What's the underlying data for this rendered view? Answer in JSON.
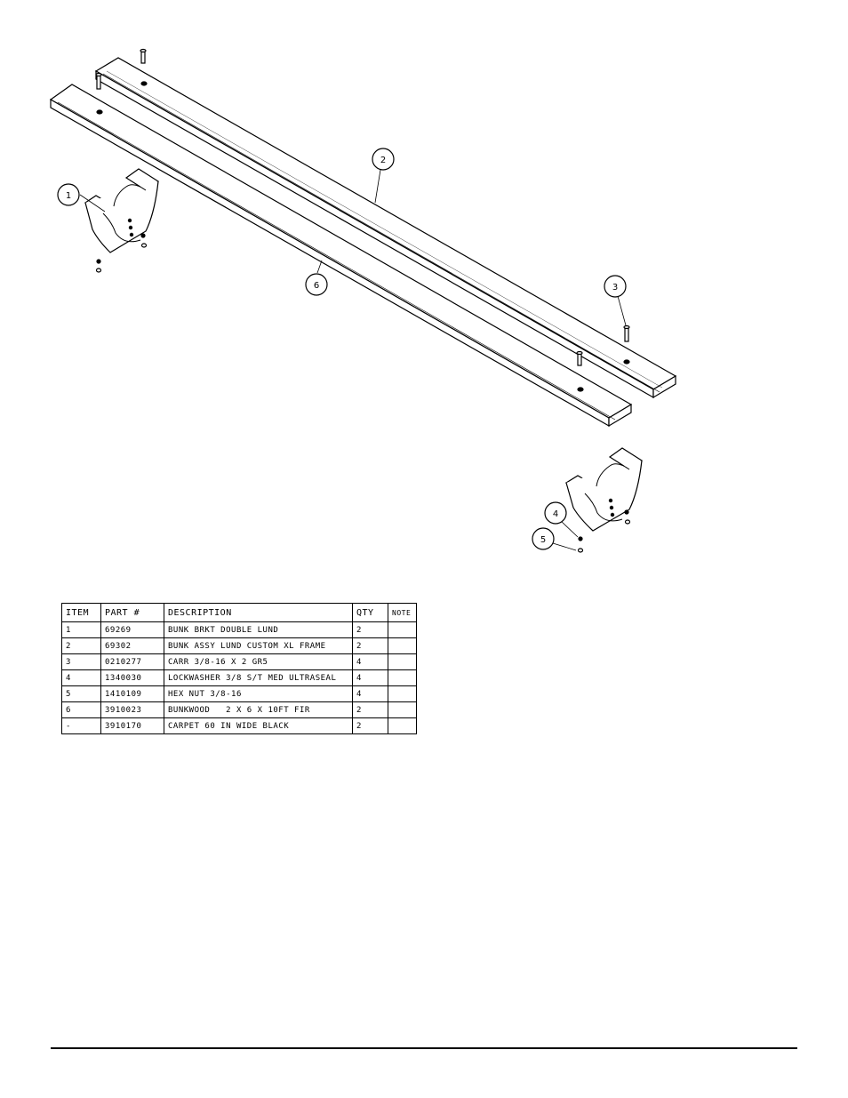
{
  "callouts": [
    "1",
    "2",
    "3",
    "4",
    "5",
    "6"
  ],
  "bom": {
    "headers": [
      "ITEM",
      "PART #",
      "DESCRIPTION",
      "QTY",
      "NOTE"
    ],
    "rows": [
      [
        "1",
        "69269",
        "BUNK BRKT DOUBLE LUND",
        "2",
        ""
      ],
      [
        "2",
        "69302",
        "BUNK ASSY LUND CUSTOM XL FRAME",
        "2",
        ""
      ],
      [
        "3",
        "0210277",
        "CARR 3/8-16 X 2 GR5",
        "4",
        ""
      ],
      [
        "4",
        "1340030",
        "LOCKWASHER 3/8 S/T MED ULTRASEAL",
        "4",
        ""
      ],
      [
        "5",
        "1410109",
        "HEX NUT 3/8-16",
        "4",
        ""
      ],
      [
        "6",
        "3910023",
        "BUNKWOOD   2 X 6 X 10FT FIR",
        "2",
        ""
      ],
      [
        "-",
        "3910170",
        "CARPET 60 IN WIDE BLACK",
        "2",
        ""
      ]
    ]
  }
}
